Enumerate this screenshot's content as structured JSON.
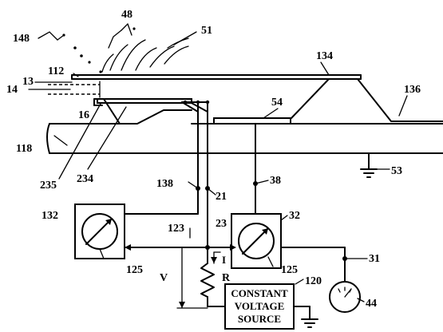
{
  "labels": {
    "l148": "148",
    "l48": "48",
    "l51": "51",
    "l112": "112",
    "l13": "13",
    "l14": "14",
    "l134": "134",
    "l136": "136",
    "l16": "16",
    "l54": "54",
    "l118": "118",
    "l235": "235",
    "l234": "234",
    "l53": "53",
    "l138": "138",
    "l21": "21",
    "l38": "38",
    "l132": "132",
    "l32": "32",
    "l123": "123",
    "l23": "23",
    "l125a": "125",
    "l125b": "125",
    "lI": "I",
    "lR": "R",
    "lV": "V",
    "l120": "120",
    "l31": "31",
    "l44": "44"
  },
  "source_box": {
    "line1": "CONSTANT",
    "line2": "VOLTAGE",
    "line3": "SOURCE"
  }
}
